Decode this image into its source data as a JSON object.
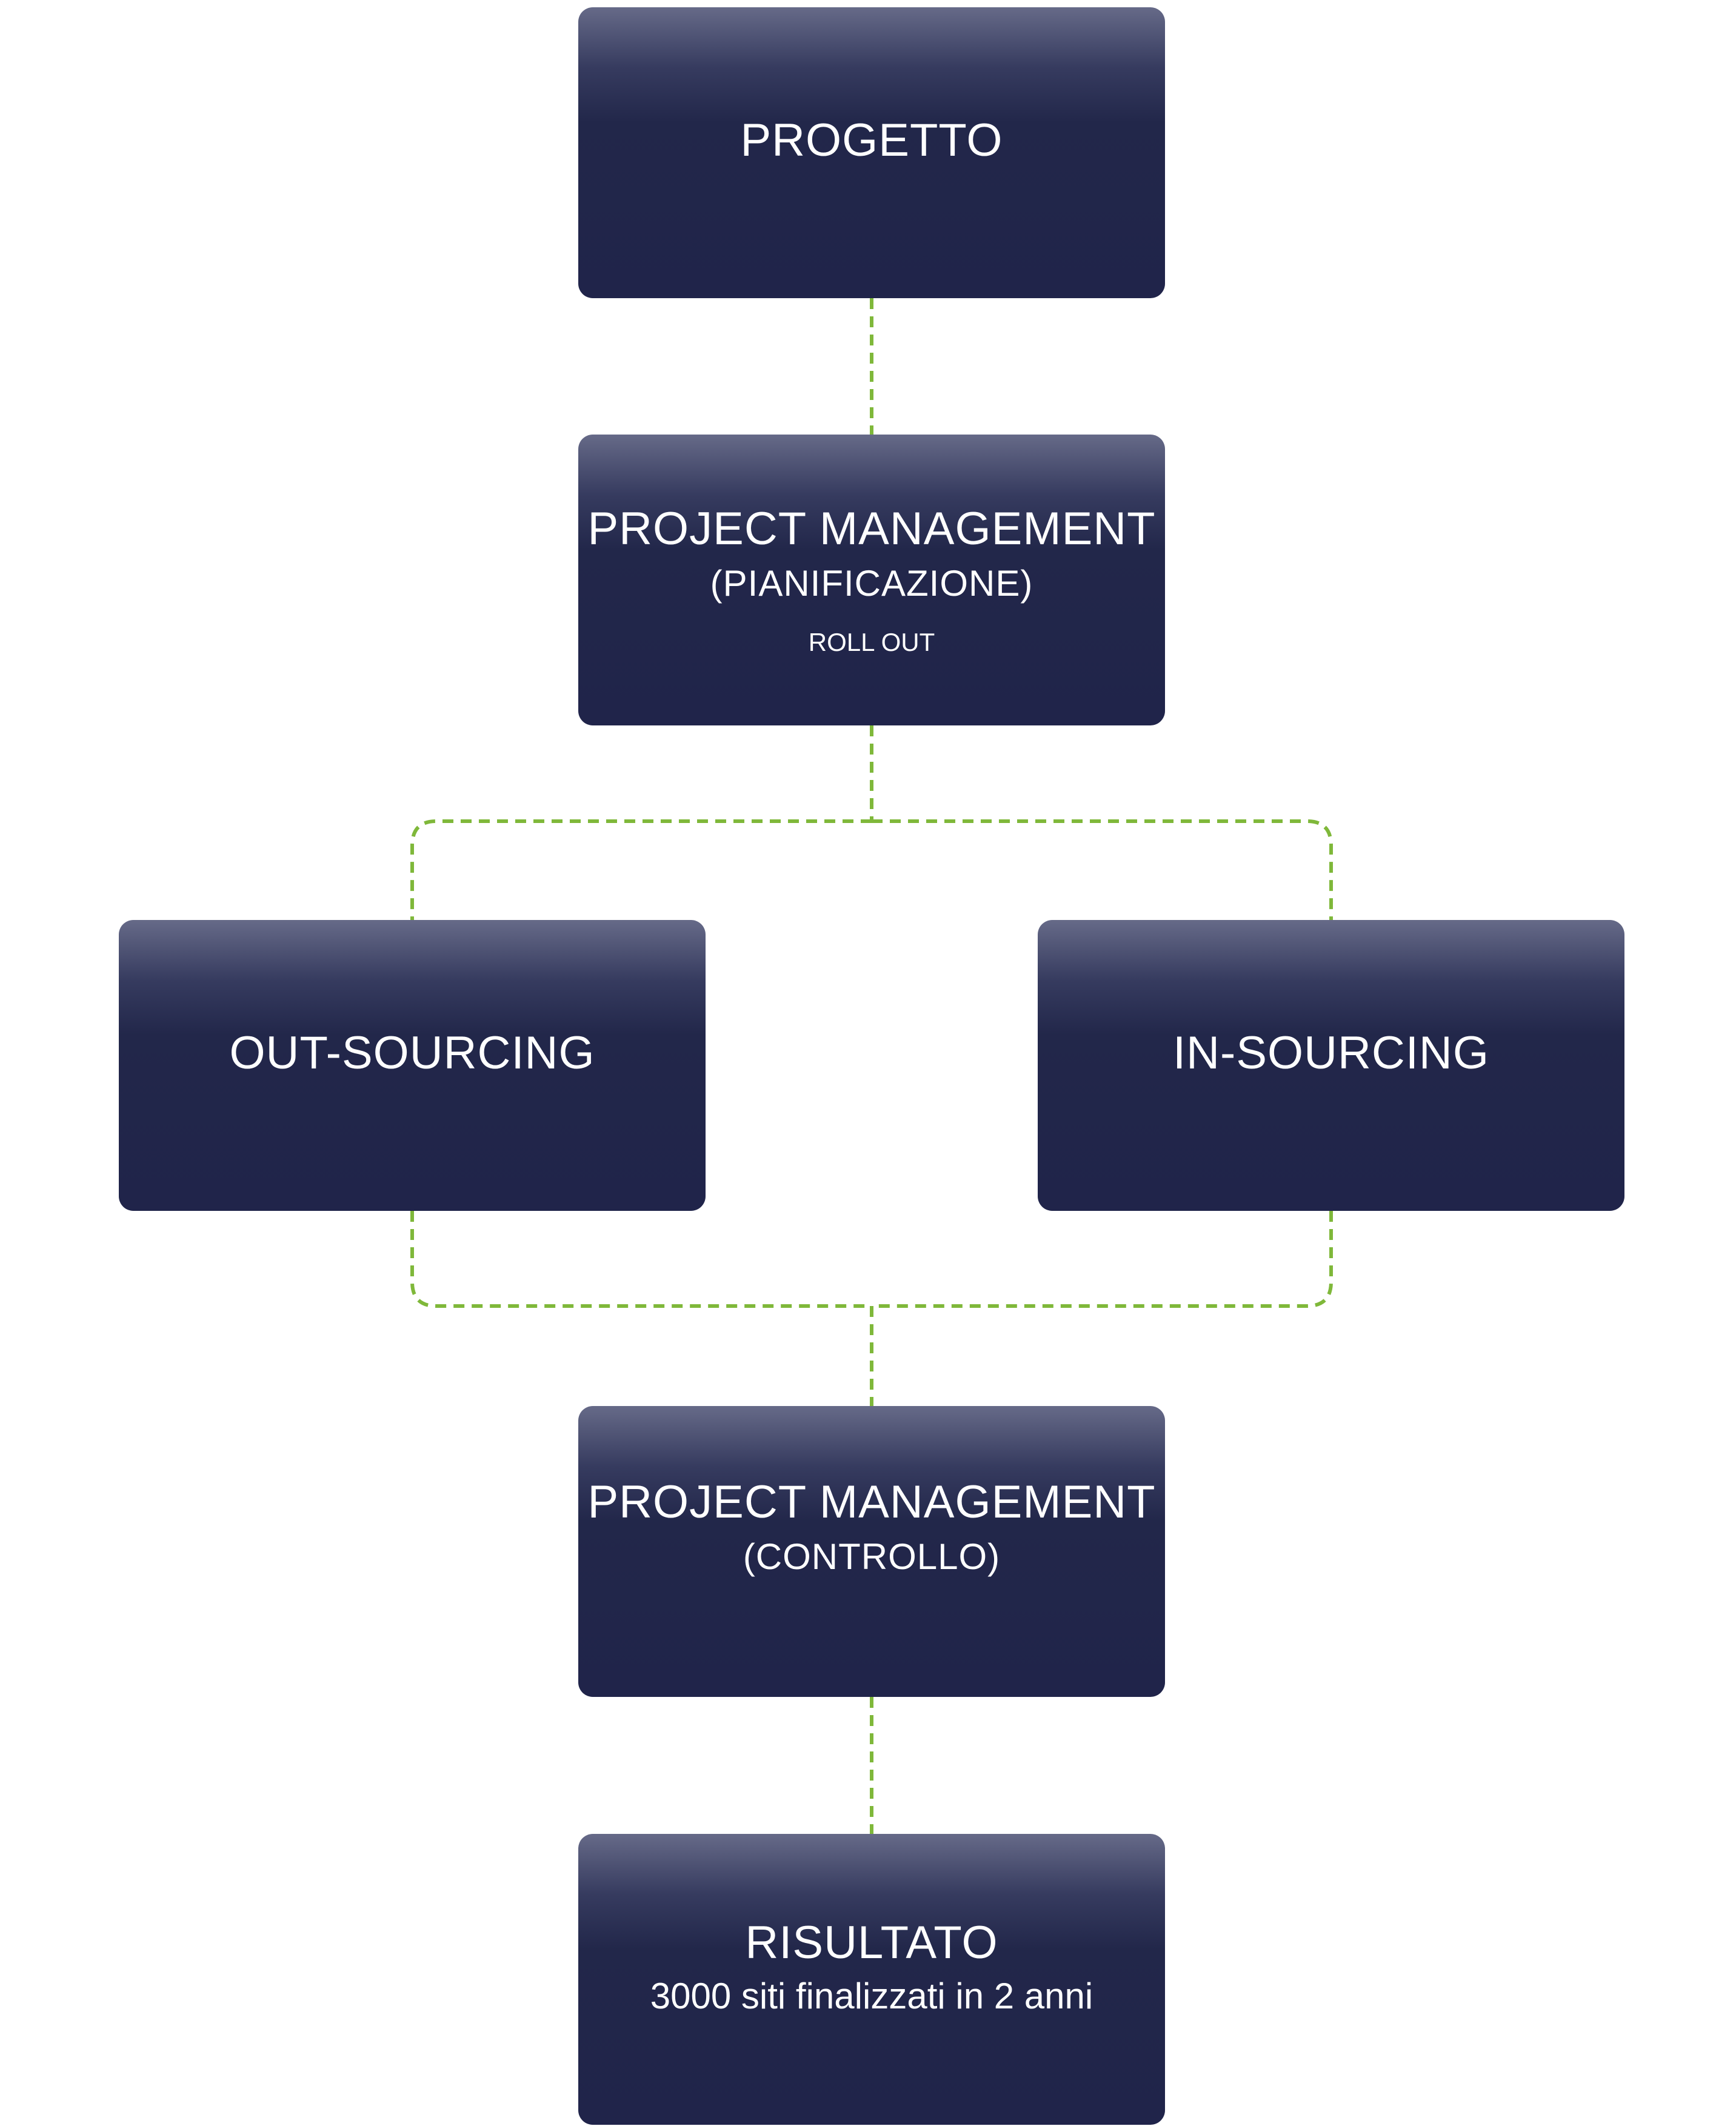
{
  "colors": {
    "box_fill": "#20244a",
    "box_top": "#666a88",
    "connector": "#7fb83a",
    "text": "#ffffff"
  },
  "nodes": {
    "progetto": {
      "title": "PROGETTO"
    },
    "pm_planning": {
      "title": "PROJECT MANAGEMENT",
      "subtitle": "(PIANIFICAZIONE)",
      "note": "ROLL OUT"
    },
    "outsourcing": {
      "title": "OUT-SOURCING"
    },
    "insourcing": {
      "title": "IN-SOURCING"
    },
    "pm_control": {
      "title": "PROJECT MANAGEMENT",
      "subtitle": "(CONTROLLO)"
    },
    "risultato": {
      "title": "RISULTATO",
      "detail": "3000 siti finalizzati in 2 anni"
    }
  },
  "edges": [
    {
      "from": "progetto",
      "to": "pm_planning",
      "style": "dashed"
    },
    {
      "from": "pm_planning",
      "to": "outsourcing",
      "style": "dashed"
    },
    {
      "from": "pm_planning",
      "to": "insourcing",
      "style": "dashed"
    },
    {
      "from": "outsourcing",
      "to": "pm_control",
      "style": "dashed"
    },
    {
      "from": "insourcing",
      "to": "pm_control",
      "style": "dashed"
    },
    {
      "from": "pm_control",
      "to": "risultato",
      "style": "dashed"
    }
  ]
}
